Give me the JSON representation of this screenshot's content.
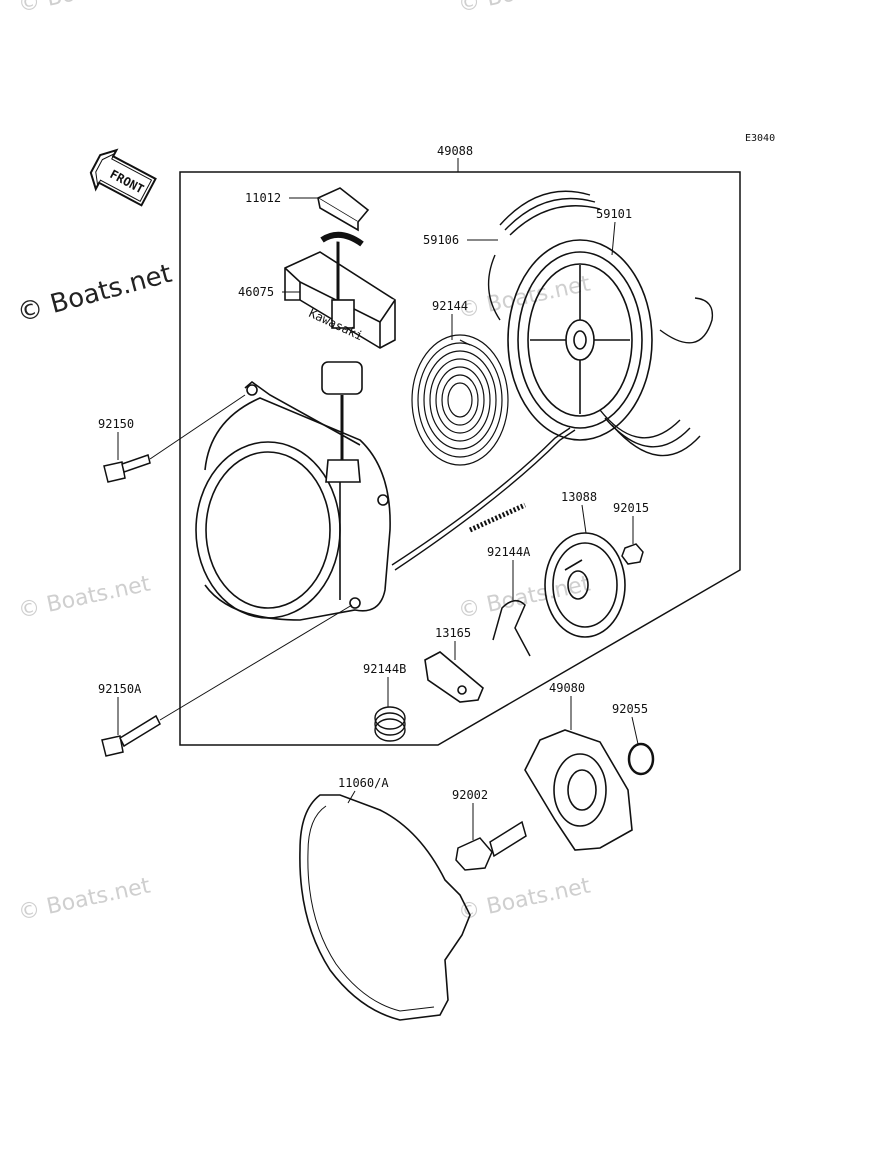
{
  "diagram": {
    "code": "E3040",
    "front_label": "FRONT",
    "brand_text": "Kawasaki",
    "watermark": "© Boats.net",
    "parts": [
      {
        "id": "p-49088",
        "label": "49088"
      },
      {
        "id": "p-11012",
        "label": "11012"
      },
      {
        "id": "p-46075",
        "label": "46075"
      },
      {
        "id": "p-59106",
        "label": "59106"
      },
      {
        "id": "p-59101",
        "label": "59101"
      },
      {
        "id": "p-92144",
        "label": "92144"
      },
      {
        "id": "p-92150",
        "label": "92150"
      },
      {
        "id": "p-13088",
        "label": "13088"
      },
      {
        "id": "p-92015",
        "label": "92015"
      },
      {
        "id": "p-92144A",
        "label": "92144A"
      },
      {
        "id": "p-13165",
        "label": "13165"
      },
      {
        "id": "p-92144B",
        "label": "92144B"
      },
      {
        "id": "p-92150A",
        "label": "92150A"
      },
      {
        "id": "p-49080",
        "label": "49080"
      },
      {
        "id": "p-92055",
        "label": "92055"
      },
      {
        "id": "p-11060A",
        "label": "11060/A"
      },
      {
        "id": "p-92002",
        "label": "92002"
      }
    ]
  }
}
